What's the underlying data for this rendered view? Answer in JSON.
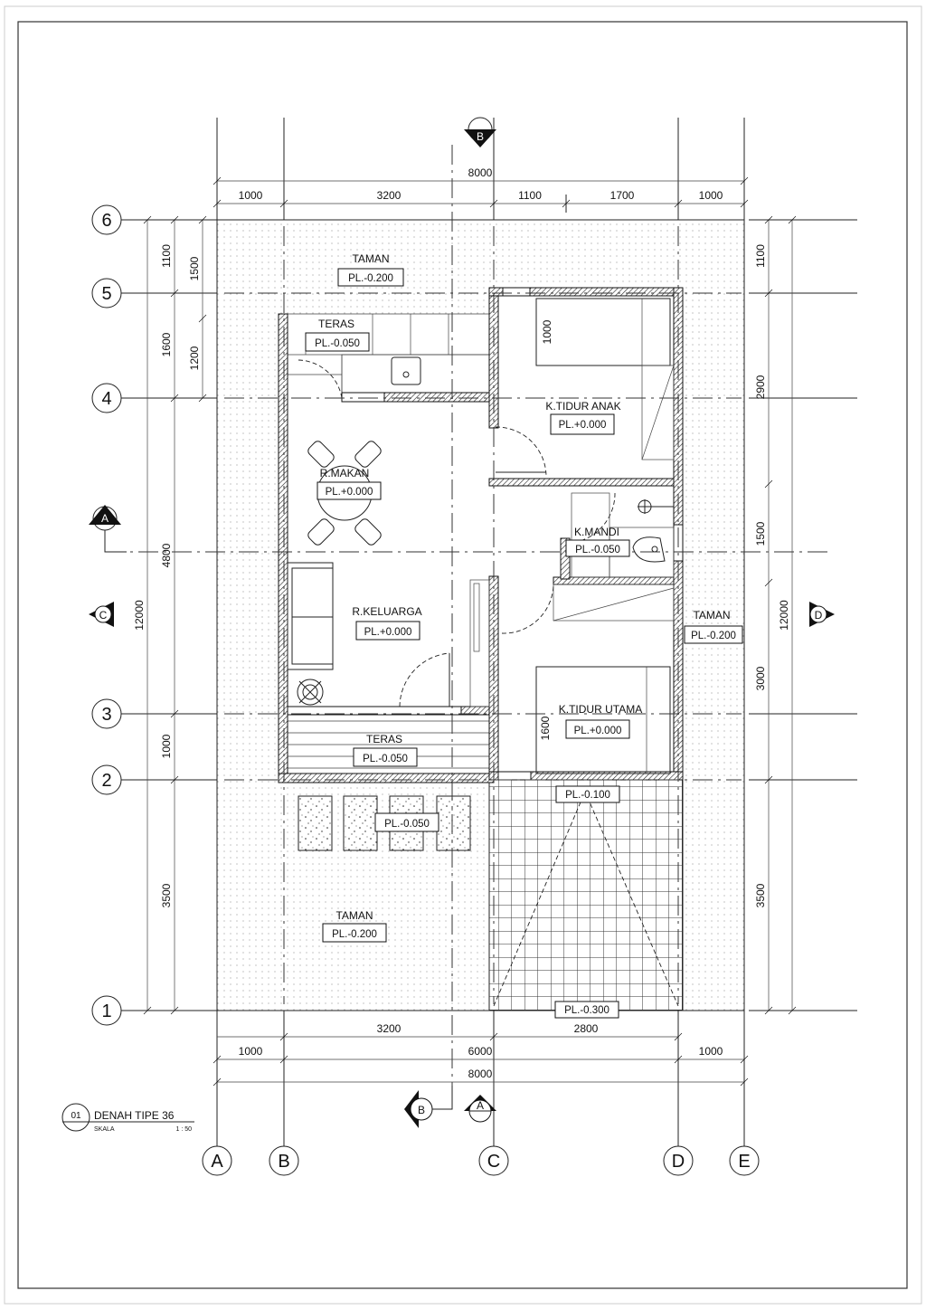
{
  "title_block": {
    "number": "01",
    "title": "DENAH TIPE 36",
    "scale_label": "SKALA",
    "scale_value": "1 : 50"
  },
  "grid_columns": [
    "A",
    "B",
    "C",
    "D",
    "E"
  ],
  "grid_rows": [
    "6",
    "5",
    "4",
    "3",
    "2",
    "1"
  ],
  "sections": {
    "a": "A",
    "b": "B",
    "c": "C",
    "d": "D"
  },
  "dims_top": {
    "total": "8000",
    "segments": [
      "1000",
      "3200",
      "1100",
      "1700",
      "1000"
    ]
  },
  "dims_bottom": {
    "row1": [
      "3200",
      "2800"
    ],
    "row2": [
      "1000",
      "6000",
      "1000"
    ],
    "total": "8000"
  },
  "dims_left": {
    "total": "12000",
    "segments": [
      "1100",
      "1600",
      "4800",
      "1000",
      "3500"
    ],
    "inner": [
      "1500",
      "1200"
    ]
  },
  "dims_right": {
    "total": "12000",
    "segments": [
      "1100",
      "2900",
      "1500",
      "3000",
      "3500"
    ]
  },
  "furniture_dims": {
    "bed_anak": "1000",
    "bed_utama": "1600"
  },
  "rooms": {
    "taman_back": {
      "name": "TAMAN",
      "level": "PL.-0.200"
    },
    "teras_back": {
      "name": "TERAS",
      "level": "PL.-0.050"
    },
    "tidur_anak": {
      "name": "K.TIDUR ANAK",
      "level": "PL.+0.000"
    },
    "makan": {
      "name": "R.MAKAN",
      "level": "PL.+0.000"
    },
    "mandi": {
      "name": "K.MANDI",
      "level": "PL.-0.050"
    },
    "keluarga": {
      "name": "R.KELUARGA",
      "level": "PL.+0.000"
    },
    "taman_side": {
      "name": "TAMAN",
      "level": "PL.-0.200"
    },
    "tidur_utama": {
      "name": "K.TIDUR UTAMA",
      "level": "PL.+0.000"
    },
    "teras_front": {
      "name": "TERAS",
      "level": "PL.-0.050"
    },
    "carport_top": {
      "level": "PL.-0.100"
    },
    "stepping": {
      "level": "PL.-0.050"
    },
    "taman_front": {
      "name": "TAMAN",
      "level": "PL.-0.200"
    },
    "carport_bottom": {
      "level": "PL.-0.300"
    }
  }
}
